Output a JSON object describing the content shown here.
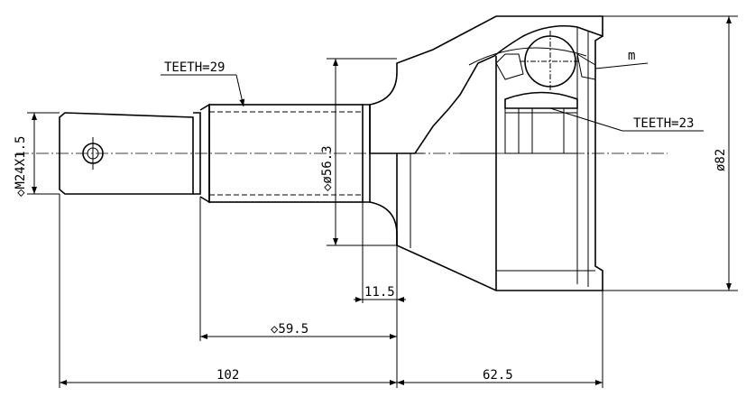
{
  "labels": {
    "thread": "◇M24X1.5",
    "teeth_shaft": "TEETH=29",
    "teeth_inner": "TEETH=23",
    "m": "m",
    "dia_seat": "◇ø56.3",
    "dia_outer": "ø82",
    "dim_11_5": "11.5",
    "dim_59_5": "◇59.5",
    "dim_102": "102",
    "dim_62_5": "62.5"
  }
}
